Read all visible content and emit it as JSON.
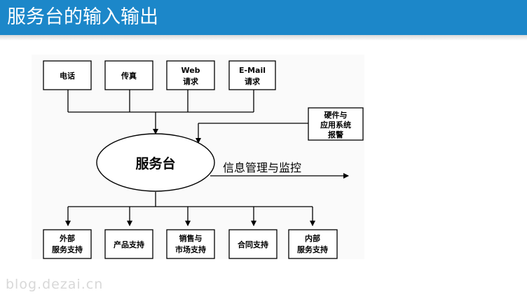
{
  "slide": {
    "title": "服务台的输入输出"
  },
  "diagram": {
    "inputs": [
      {
        "lines": [
          "电话"
        ]
      },
      {
        "lines": [
          "传真"
        ]
      },
      {
        "lines": [
          "Web",
          "请求"
        ]
      },
      {
        "lines": [
          "E-Mail",
          "请求"
        ]
      }
    ],
    "alarm": {
      "lines": [
        "硬件与",
        "应用系统",
        "报警"
      ]
    },
    "center": {
      "label": "服务台"
    },
    "info": {
      "label": "信息管理与监控"
    },
    "outputs": [
      {
        "lines": [
          "外部",
          "服务支持"
        ]
      },
      {
        "lines": [
          "产品支持"
        ]
      },
      {
        "lines": [
          "销售与",
          "市场支持"
        ]
      },
      {
        "lines": [
          "合同支持"
        ]
      },
      {
        "lines": [
          "内部",
          "服务支持"
        ]
      }
    ]
  },
  "watermark": {
    "text": "blog.dezai.cn"
  }
}
